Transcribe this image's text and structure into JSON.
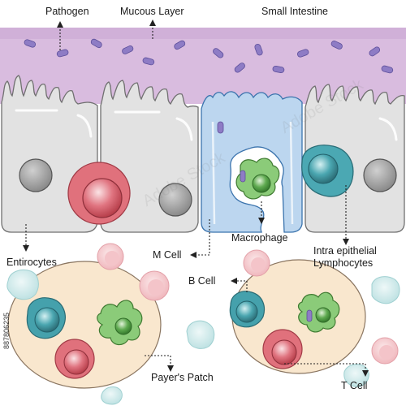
{
  "labels": {
    "pathogen": "Pathogen",
    "mucous_layer": "Mucous Layer",
    "small_intestine": "Small Intestine",
    "entirocytes": "Entirocytes",
    "m_cell": "M Cell",
    "macrophage": "Macrophage",
    "intra_epithelial": "Intra epithelial Lymphocytes",
    "b_cell": "B Cell",
    "payers_patch": "Payer's Patch",
    "t_cell": "T Cell"
  },
  "stock_id": "887806235",
  "watermark": "Adobe Stock",
  "colors": {
    "mucus": "#d7b8dc",
    "pathogen": "#8f7fc6",
    "enterocyte": "#e3e3e3",
    "m_cell": "#bcd6ef",
    "nucleus": "#8c8c8c",
    "t_cell": "#d45d66",
    "b_cell": "#3f9aa5",
    "macrophage": "#8bc97a",
    "patch": "#f8e6cc"
  }
}
